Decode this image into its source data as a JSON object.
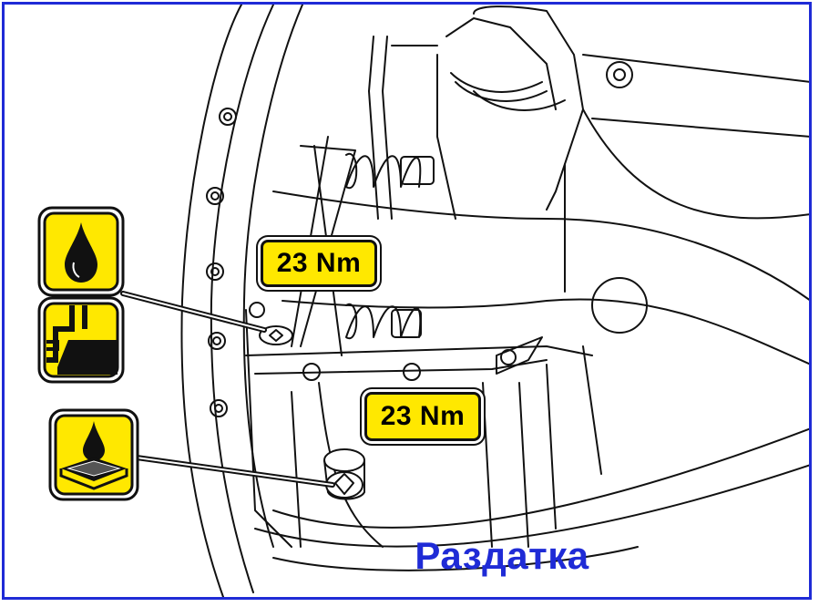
{
  "labels": {
    "torque_upper": "23 Nm",
    "torque_lower": "23 Nm",
    "caption": "Раздатка"
  },
  "icons": {
    "oil_fill": "oil-drop-icon",
    "fill_level": "oil-level-check-icon",
    "drain": "oil-drain-icon"
  },
  "colors": {
    "accent": "#ffe800",
    "frame": "#1f2bd6",
    "caption": "#1f2bd6",
    "line": "#111111"
  }
}
